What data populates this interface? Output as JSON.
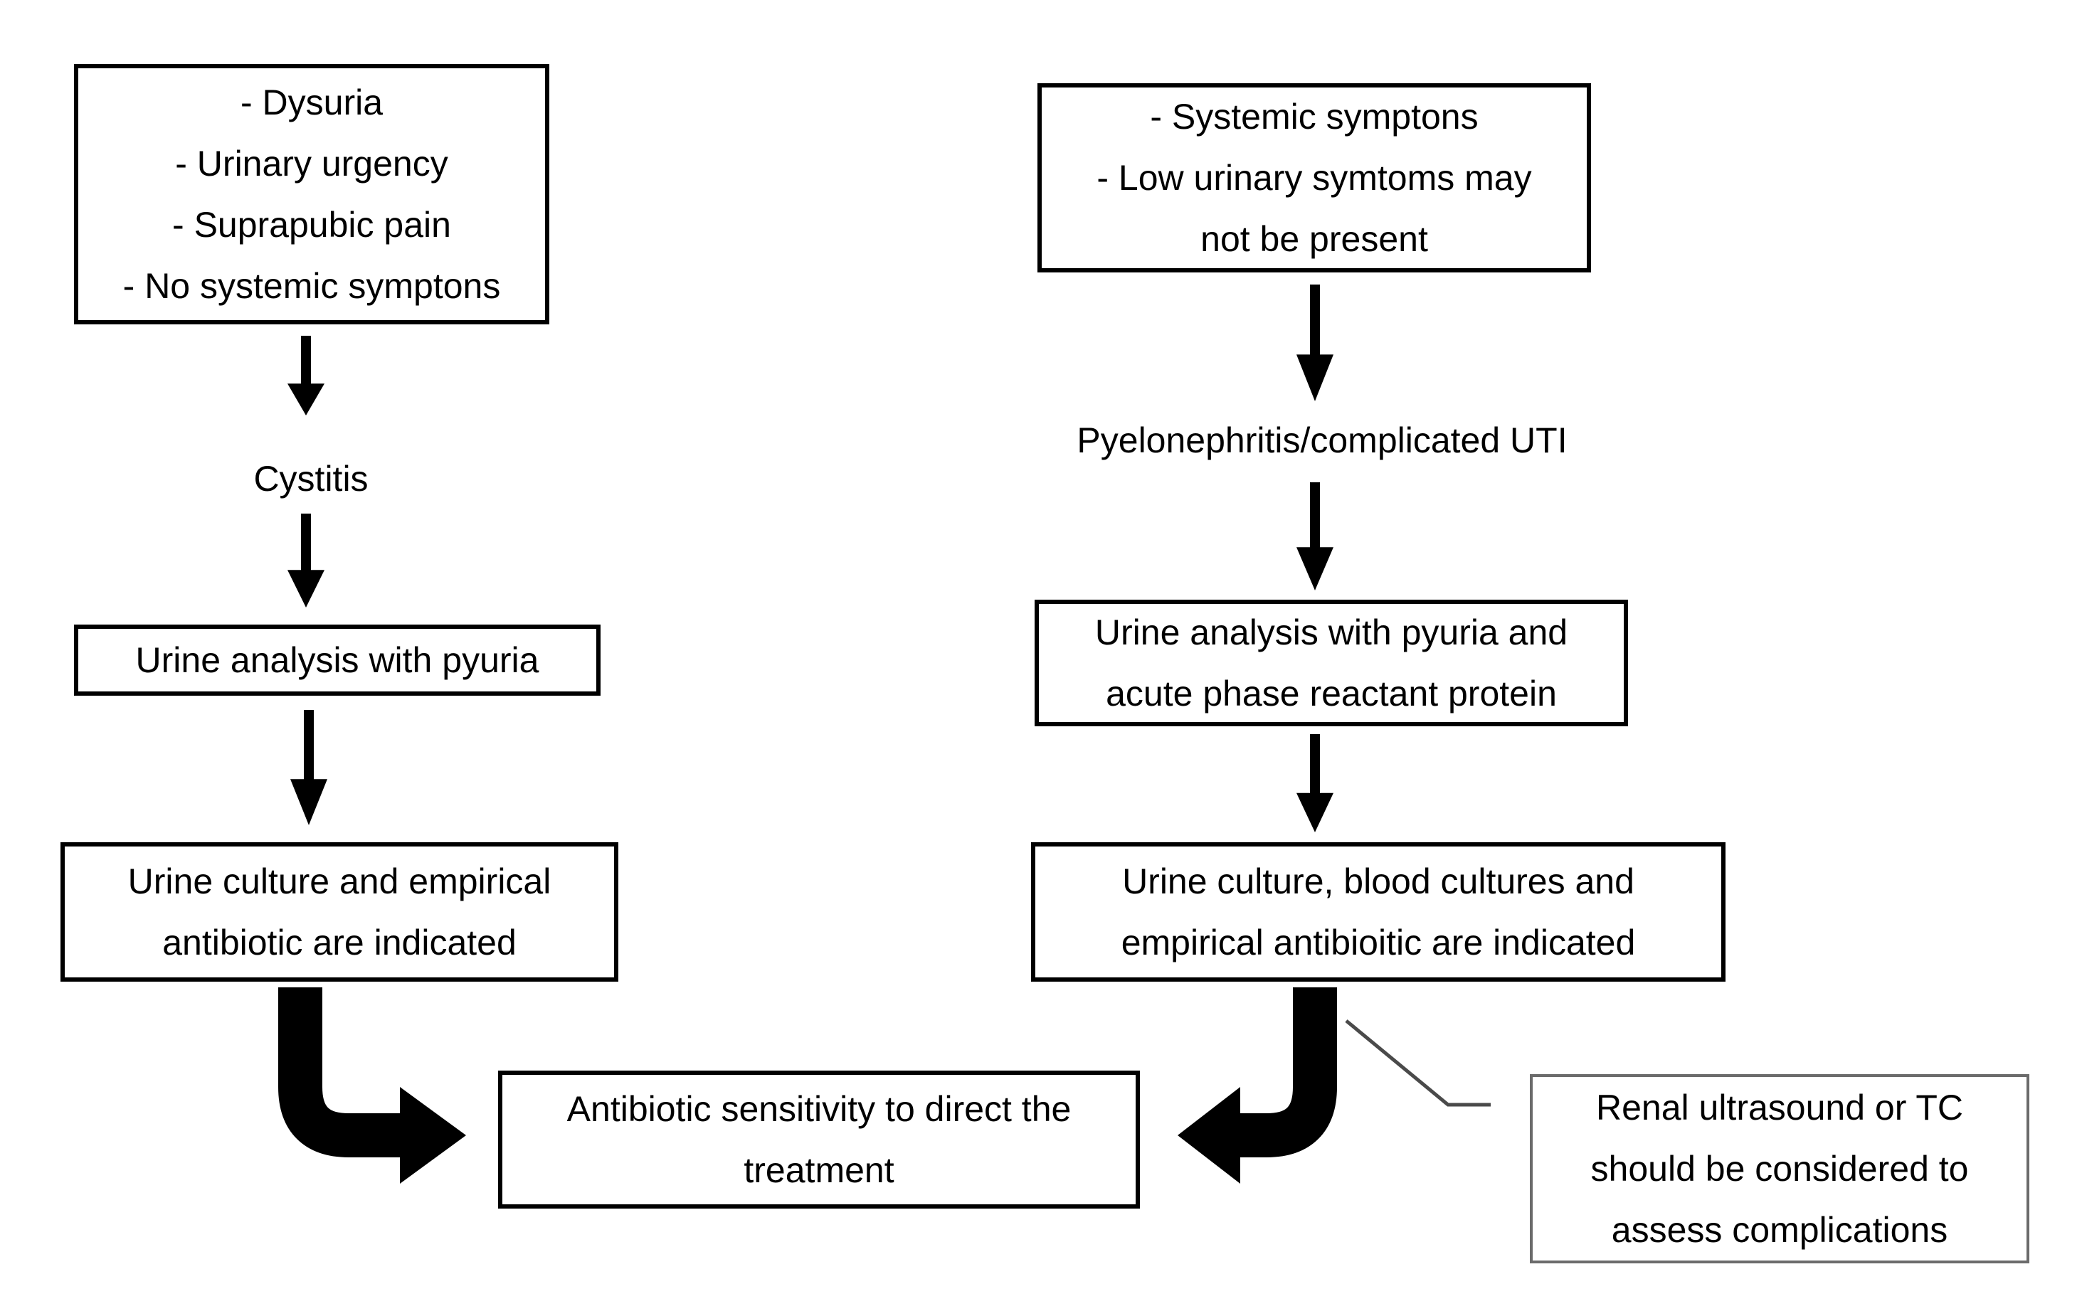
{
  "diagram": {
    "colors": {
      "background": "#ffffff",
      "shape_line": "#000000",
      "callout_border": "#6b6b6b",
      "leader_line": "#4a4a4a"
    },
    "left_branch": {
      "symptoms_box": {
        "lines": [
          "- Dysuria",
          "- Urinary urgency",
          "- Suprapubic pain",
          "- No systemic symptons"
        ]
      },
      "diagnosis_label": "Cystitis",
      "analysis_box": {
        "lines": [
          "Urine analysis with pyuria"
        ]
      },
      "culture_box": {
        "lines": [
          "Urine culture and empirical",
          "antibiotic are indicated"
        ]
      }
    },
    "right_branch": {
      "symptoms_box": {
        "lines": [
          "- Systemic symptons",
          "- Low urinary symtoms may",
          "not be present"
        ]
      },
      "diagnosis_label": "Pyelonephritis/complicated UTI",
      "analysis_box": {
        "lines": [
          "Urine analysis with pyuria and",
          "acute phase reactant protein"
        ]
      },
      "culture_box": {
        "lines": [
          "Urine culture, blood cultures and",
          "empirical antibioitic are indicated"
        ]
      }
    },
    "merge_box": {
      "lines": [
        "Antibiotic sensitivity to direct the",
        "treatment"
      ]
    },
    "callout_box": {
      "lines": [
        "Renal ultrasound or TC",
        "should be considered to",
        "assess complications"
      ]
    }
  }
}
